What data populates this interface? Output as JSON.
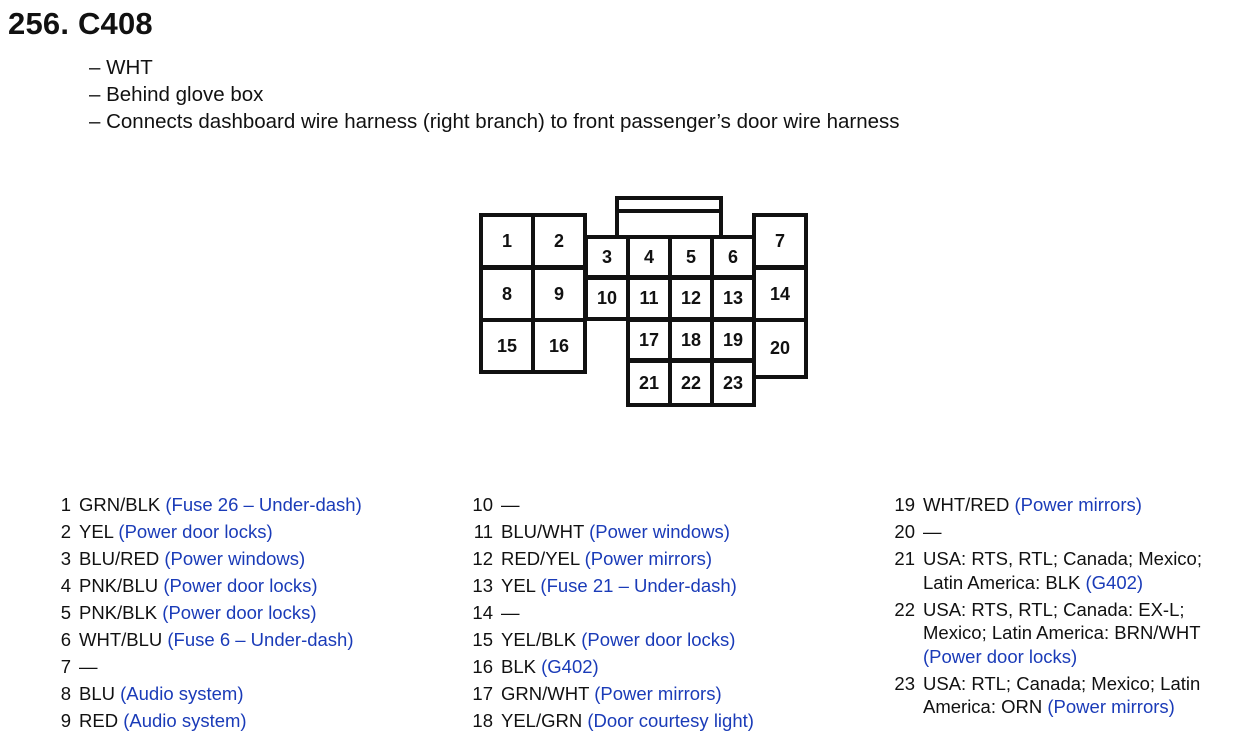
{
  "header": {
    "title": "256. C408",
    "notes": [
      "– WHT",
      "– Behind glove box",
      "– Connects dashboard wire harness (right branch) to front passenger’s door wire harness"
    ]
  },
  "connector": {
    "cavities": [
      "1",
      "2",
      "3",
      "4",
      "5",
      "6",
      "7",
      "8",
      "9",
      "10",
      "11",
      "12",
      "13",
      "14",
      "15",
      "16",
      "17",
      "18",
      "19",
      "20",
      "21",
      "22",
      "23"
    ]
  },
  "pins": [
    {
      "num": "1",
      "wire": "GRN/BLK ",
      "circuit": "(Fuse 26 – Under-dash)"
    },
    {
      "num": "2",
      "wire": "YEL ",
      "circuit": "(Power door locks)"
    },
    {
      "num": "3",
      "wire": "BLU/RED ",
      "circuit": "(Power windows)"
    },
    {
      "num": "4",
      "wire": "PNK/BLU ",
      "circuit": "(Power door locks)"
    },
    {
      "num": "5",
      "wire": "PNK/BLK ",
      "circuit": "(Power door locks)"
    },
    {
      "num": "6",
      "wire": "WHT/BLU ",
      "circuit": "(Fuse 6 – Under-dash)"
    },
    {
      "num": "7",
      "wire": "—",
      "circuit": ""
    },
    {
      "num": "8",
      "wire": "BLU ",
      "circuit": "(Audio system)"
    },
    {
      "num": "9",
      "wire": "RED ",
      "circuit": "(Audio system)"
    },
    {
      "num": "10",
      "wire": "—",
      "circuit": ""
    },
    {
      "num": "11",
      "wire": "BLU/WHT ",
      "circuit": "(Power windows)"
    },
    {
      "num": "12",
      "wire": "RED/YEL ",
      "circuit": "(Power mirrors)"
    },
    {
      "num": "13",
      "wire": "YEL ",
      "circuit": "(Fuse 21 – Under-dash)"
    },
    {
      "num": "14",
      "wire": "—",
      "circuit": ""
    },
    {
      "num": "15",
      "wire": "YEL/BLK ",
      "circuit": "(Power door locks)"
    },
    {
      "num": "16",
      "wire": "BLK ",
      "circuit": "(G402)"
    },
    {
      "num": "17",
      "wire": "GRN/WHT ",
      "circuit": "(Power mirrors)"
    },
    {
      "num": "18",
      "wire": "YEL/GRN ",
      "circuit": "(Door courtesy light)"
    },
    {
      "num": "19",
      "wire": "WHT/RED ",
      "circuit": "(Power mirrors)"
    },
    {
      "num": "20",
      "wire": "—",
      "circuit": ""
    },
    {
      "num": "21",
      "wire": "USA: RTS, RTL; Canada; Mexico; Latin America: BLK ",
      "circuit": "(G402)"
    },
    {
      "num": "22",
      "wire": "USA: RTS, RTL; Canada: EX-L; Mexico; Latin America: BRN/WHT ",
      "circuit": "(Power door locks)"
    },
    {
      "num": "23",
      "wire": "USA: RTL; Canada; Mexico; Latin America: ORN ",
      "circuit": "(Power mirrors)"
    }
  ],
  "style": {
    "circuit_color": "#1a3bb8",
    "line_color": "#111111"
  }
}
